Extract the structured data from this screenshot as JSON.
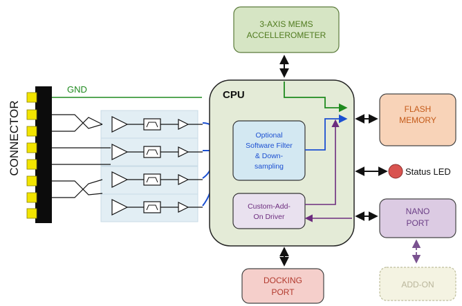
{
  "connector": {
    "label": "CONNECTOR",
    "gnd_label": "GND"
  },
  "cpu": {
    "title": "CPU",
    "filter_block": [
      "Optional",
      "Software Filter",
      "& Down-",
      "sampling"
    ],
    "driver_block": [
      "Custom-Add-",
      "On Driver"
    ]
  },
  "peripherals": {
    "accelerometer": [
      "3-AXIS  MEMS",
      "ACCELLEROMETER"
    ],
    "flash": [
      "FLASH",
      "MEMORY"
    ],
    "status_led": "Status LED",
    "nano_port": [
      "NANO",
      "PORT"
    ],
    "add_on": "ADD-ON",
    "docking_port": [
      "DOCKING",
      "PORT"
    ]
  },
  "colors": {
    "accelerometer_fill": "#d6e5c4",
    "accelerometer_stroke": "#5a7a3a",
    "accelerometer_text": "#4f7a1e",
    "cpu_fill": "#e4ebd7",
    "filter_fill": "#d3e8f2",
    "driver_fill": "#e9e1ef",
    "flash_fill": "#f8d3b8",
    "flash_text": "#c45a18",
    "nano_fill": "#dccbe3",
    "nano_text": "#6b3f86",
    "addon_fill": "#f4f3e2",
    "addon_text": "#b9b59a",
    "docking_fill": "#f5cfcb",
    "docking_text": "#b23a2e",
    "led": "#d9534f",
    "pin": "#f2e400",
    "gnd_line": "#1e8a1e",
    "signal_blue": "#1b4fd1",
    "signal_purple": "#6c2c7e",
    "channel_fill": "#e2eef4"
  }
}
